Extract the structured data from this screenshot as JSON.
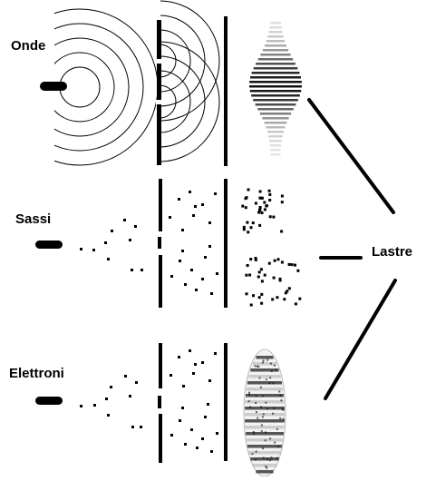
{
  "rows": [
    {
      "label": "Onde",
      "kind": "waves"
    },
    {
      "label": "Sassi",
      "kind": "stones"
    },
    {
      "label": "Elettroni",
      "kind": "electrons"
    }
  ],
  "screens_label": "Lastre",
  "colors": {
    "ink": "#000000",
    "background": "#ffffff"
  }
}
